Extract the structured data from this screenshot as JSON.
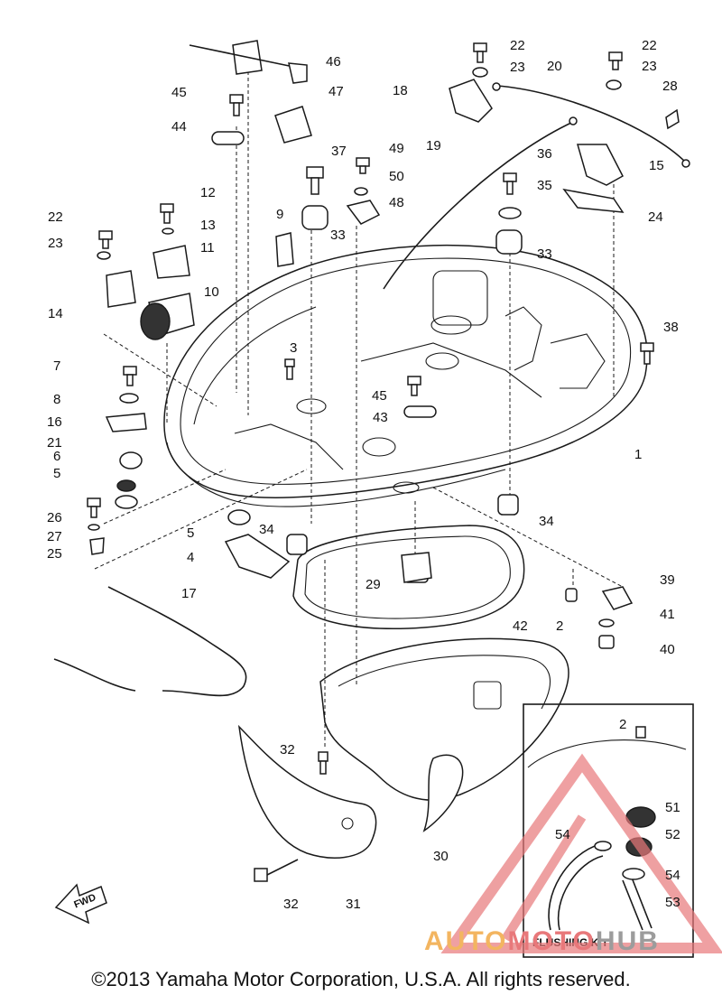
{
  "copyright": "©2013 Yamaha Motor Corporation, U.S.A. All rights reserved.",
  "watermark": {
    "part1": "AUTO",
    "part2": "MOTO",
    "part3": "HUB"
  },
  "kit_label": "FLUSHING KIT",
  "fwd_label": "FWD",
  "colors": {
    "watermark_orange": "#f3b560",
    "watermark_red": "#e8787a",
    "watermark_grey": "#9c9c9c"
  },
  "labels": {
    "n1": "1",
    "n2a": "2",
    "n2b": "2",
    "n3": "3",
    "n4": "4",
    "n5a": "5",
    "n5b": "5",
    "n6": "6",
    "n7": "7",
    "n8": "8",
    "n9": "9",
    "n10": "10",
    "n11": "11",
    "n12": "12",
    "n13": "13",
    "n14": "14",
    "n15": "15",
    "n16": "16",
    "n17": "17",
    "n18": "18",
    "n19": "19",
    "n20": "20",
    "n21": "21",
    "n22a": "22",
    "n22b": "22",
    "n22c": "22",
    "n23a": "23",
    "n23b": "23",
    "n23c": "23",
    "n24": "24",
    "n25": "25",
    "n26": "26",
    "n27": "27",
    "n28": "28",
    "n29": "29",
    "n30": "30",
    "n31": "31",
    "n32a": "32",
    "n32b": "32",
    "n33a": "33",
    "n33b": "33",
    "n34a": "34",
    "n34b": "34",
    "n35": "35",
    "n36": "36",
    "n37": "37",
    "n38": "38",
    "n39": "39",
    "n40": "40",
    "n41": "41",
    "n42": "42",
    "n43": "43",
    "n44": "44",
    "n45a": "45",
    "n45b": "45",
    "n46": "46",
    "n47": "47",
    "n48": "48",
    "n49": "49",
    "n50": "50",
    "n51": "51",
    "n52": "52",
    "n53": "53",
    "n54a": "54",
    "n54b": "54"
  }
}
